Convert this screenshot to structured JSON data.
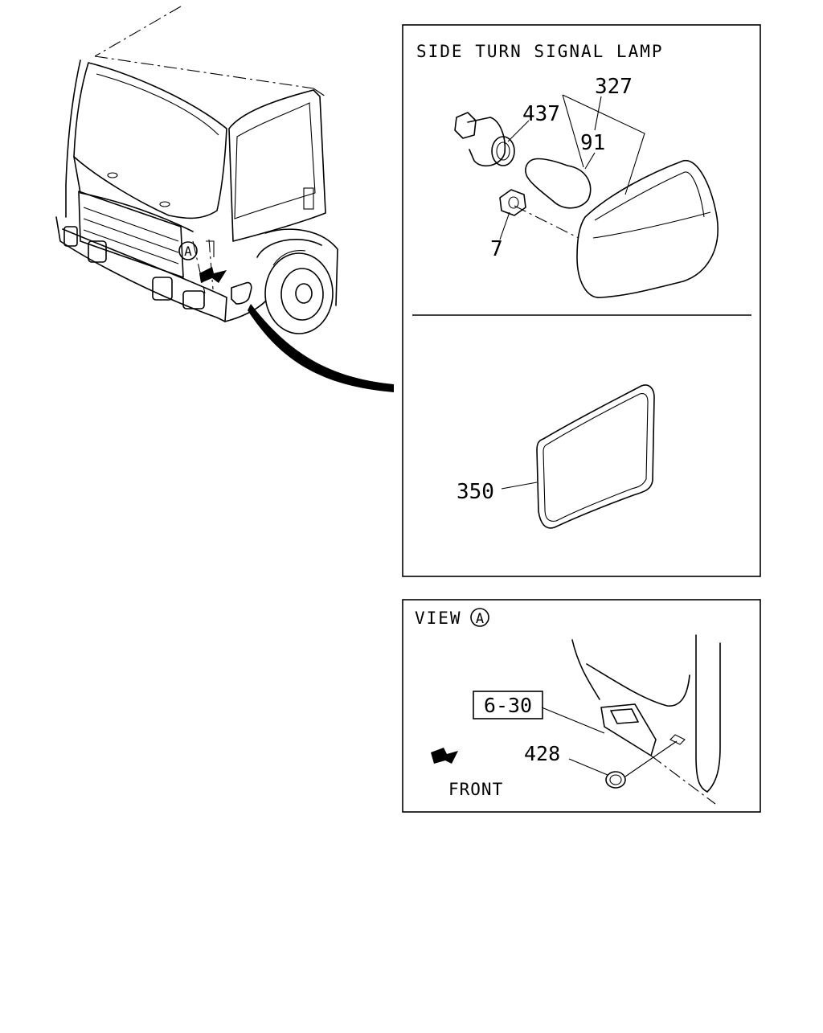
{
  "panel_top": {
    "title": "SIDE TURN SIGNAL LAMP",
    "callouts": {
      "p327": "327",
      "p437": "437",
      "p91": "91",
      "p7": "7",
      "p350": "350"
    }
  },
  "panel_bottom": {
    "title_prefix": "VIEW",
    "view_letter": "A",
    "ref_box": "6-30",
    "callout_428": "428",
    "front_label": "FRONT"
  },
  "truck": {
    "view_letter": "A"
  }
}
